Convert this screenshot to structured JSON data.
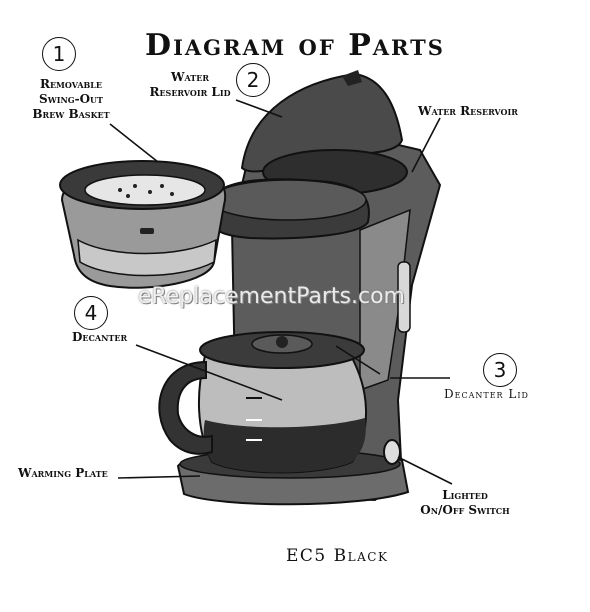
{
  "title": "Diagram of Parts",
  "watermark": "eReplacementParts.com",
  "model_caption": "EC5 Black",
  "callouts": [
    {
      "number": "1",
      "lines": [
        "Removable",
        "Swing-Out",
        "Brew Basket"
      ]
    },
    {
      "number": "2",
      "lines": [
        "Water",
        "Reservoir Lid"
      ]
    },
    {
      "number": "3",
      "lines": [
        "Decanter Lid"
      ]
    },
    {
      "number": "4",
      "lines": [
        "Decanter"
      ]
    }
  ],
  "labels": {
    "water_reservoir": "Water Reservoir",
    "warming_plate": "Warming Plate",
    "switch_line1": "Lighted",
    "switch_line2": "On/Off Switch"
  }
}
